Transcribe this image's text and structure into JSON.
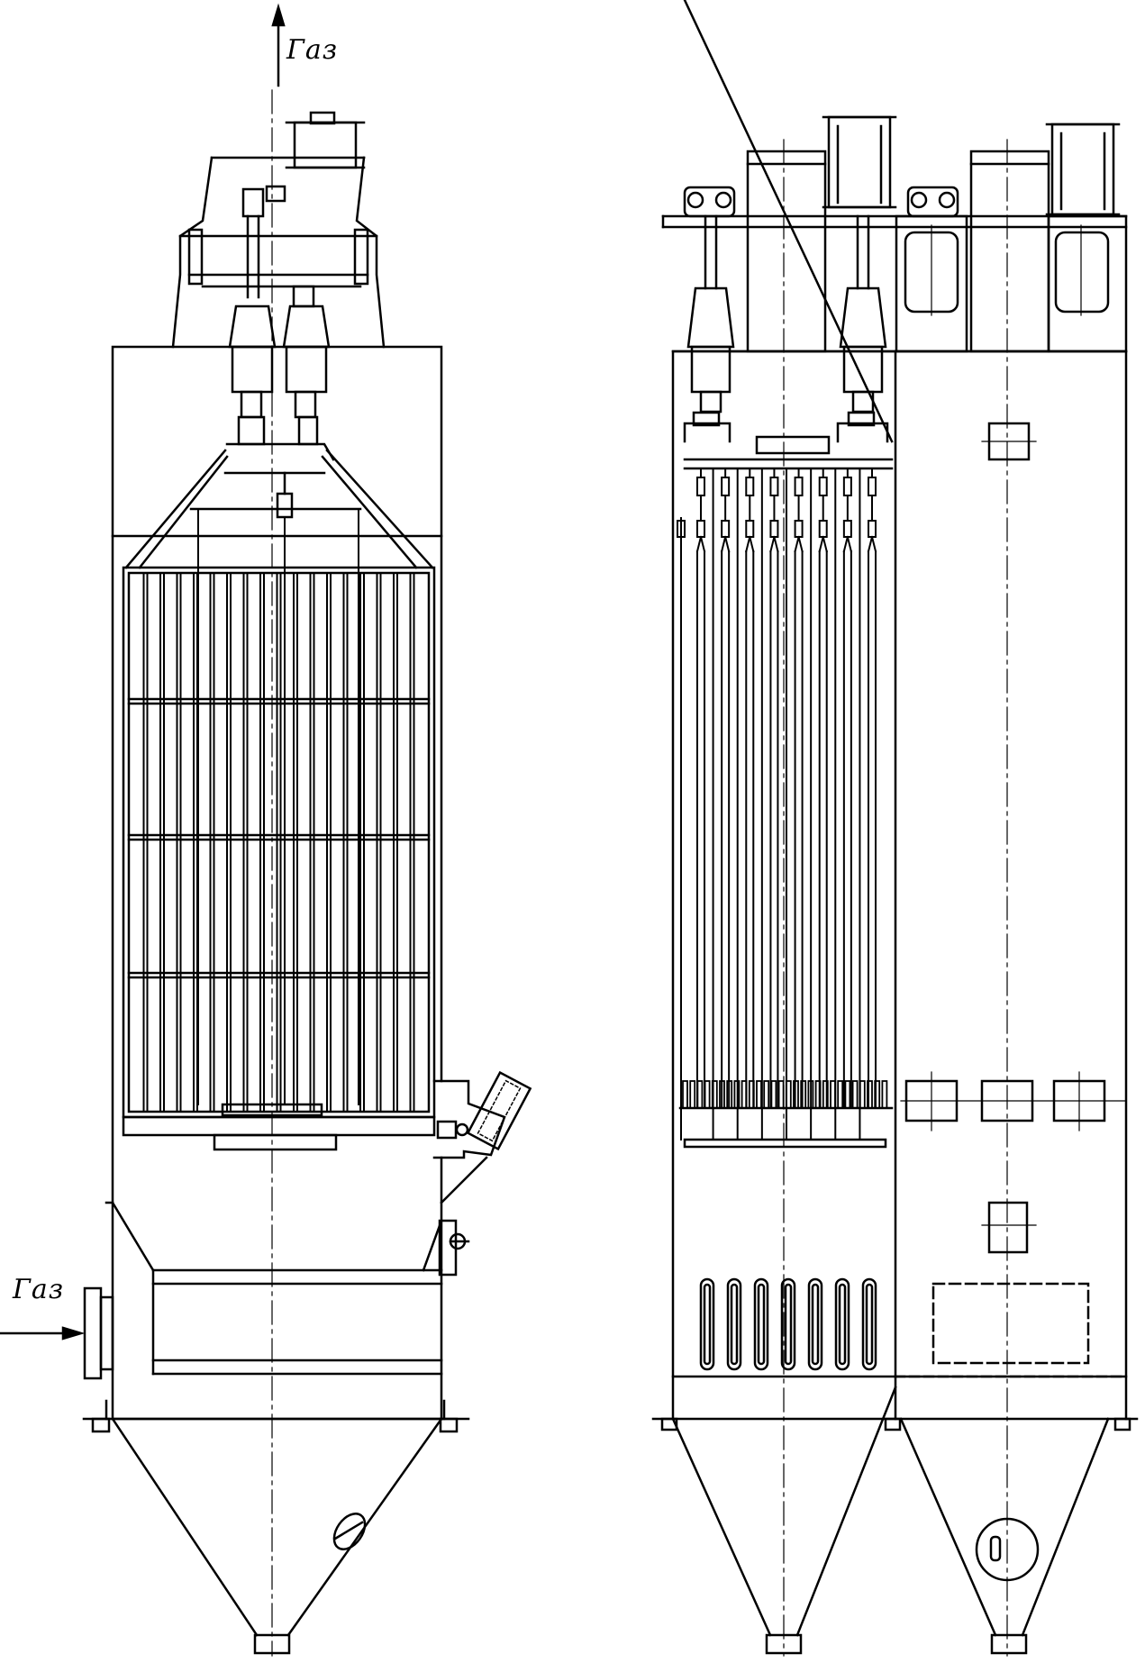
{
  "labels": {
    "gas_outlet": "Газ",
    "gas_inlet": "Газ"
  },
  "colors": {
    "line": "#000000",
    "background": "#ffffff"
  },
  "left_view": {
    "electrode_count": 18
  },
  "right_view": {
    "electrode_count": 8,
    "slot_count": 7
  }
}
